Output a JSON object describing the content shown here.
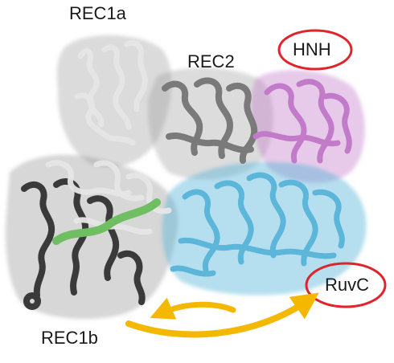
{
  "labels": {
    "rec1a": "REC1a",
    "rec2": "REC2",
    "hnh": "HNH",
    "ruvc": "RuvC",
    "rec1b": "REC1b"
  },
  "colors": {
    "rec1a": "#e6e6e6",
    "rec1b": "#3a3a3a",
    "rec2": "#7a7a7a",
    "hnh": "#c27bc9",
    "ruvc": "#5cb6da",
    "bridge_helix": "#6fbf62",
    "highlight_circle": "#e0242b",
    "arrow": "#f5b800",
    "text": "#1a1a1a"
  },
  "highlighted_labels": [
    "hnh",
    "ruvc"
  ],
  "arrows": {
    "count": 2,
    "description_icons": [
      "arrow-left-icon",
      "arrow-right-icon"
    ]
  }
}
